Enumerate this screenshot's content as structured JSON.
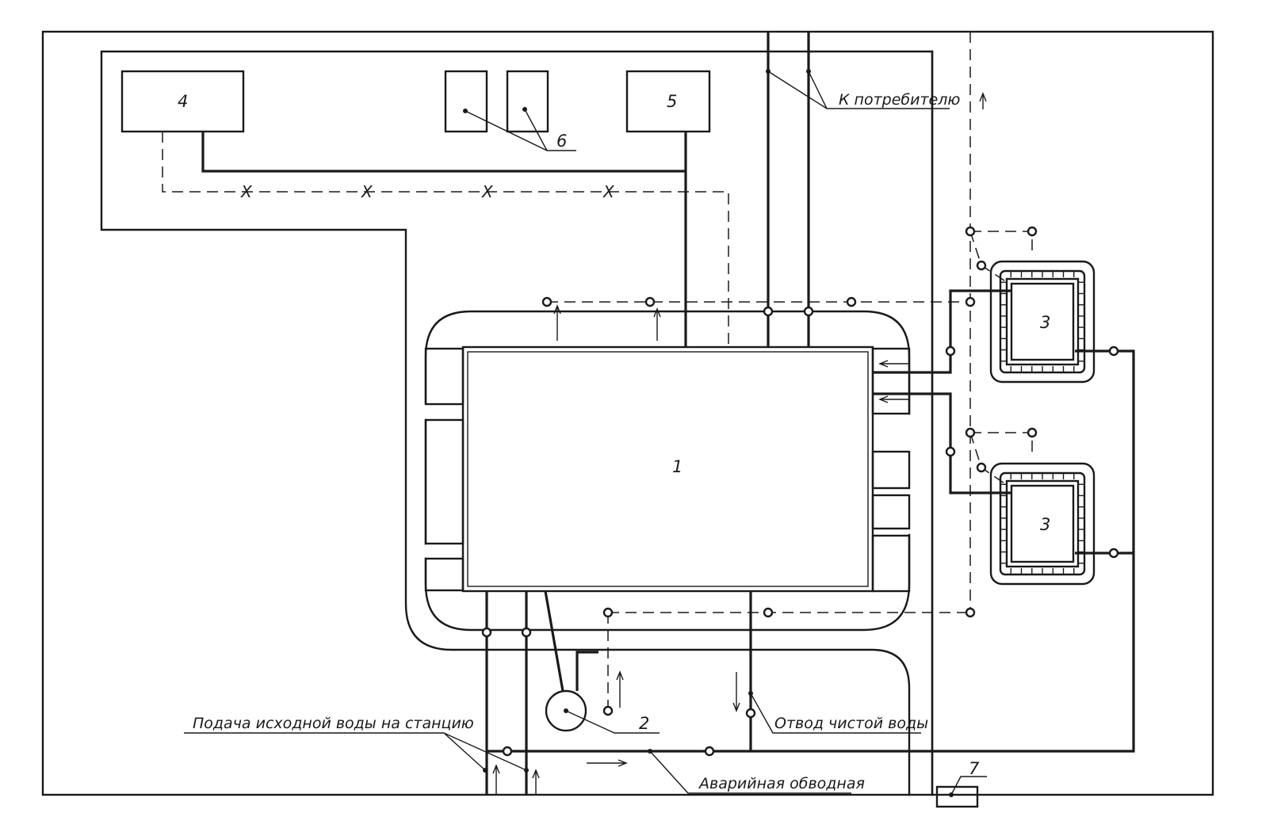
{
  "labels": {
    "consumer": "К потребителю",
    "source_water": "Подача исходной воды на станцию",
    "clean_water": "Отвод чистой воды",
    "bypass": "Аварийная обводная",
    "line_marker": "X"
  },
  "callouts": {
    "main_building": "1",
    "pump": "2",
    "tank_upper": "3",
    "tank_lower": "3",
    "building_4": "4",
    "building_5": "5",
    "building_6": "6",
    "building_7": "7"
  }
}
